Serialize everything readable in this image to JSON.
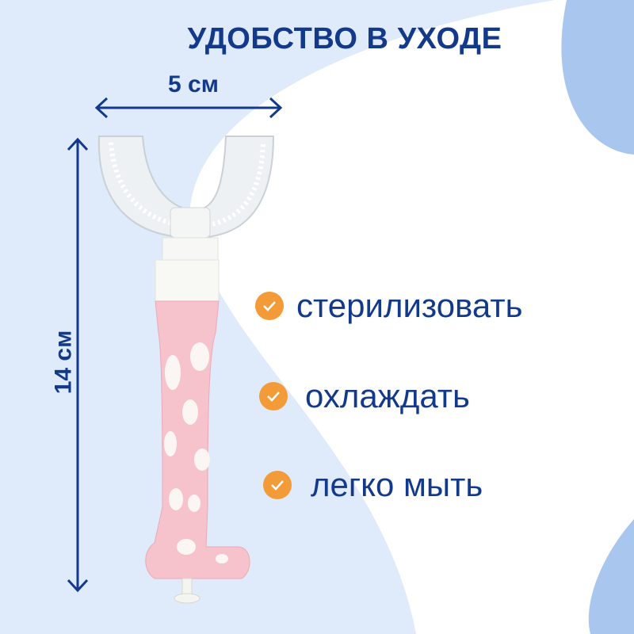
{
  "title": "УДОБСТВО В УХОДЕ",
  "dimensions": {
    "width": "5 см",
    "height": "14 см"
  },
  "features": [
    {
      "label": "стерилизовать",
      "icon": "check-circle-icon"
    },
    {
      "label": "охлаждать",
      "icon": "check-circle-icon"
    },
    {
      "label": "легко мыть",
      "icon": "check-circle-icon"
    }
  ],
  "colors": {
    "text": "#12398a",
    "accent": "#f29b38",
    "bg_light": "#dfeafb",
    "bg_dark": "#a9c6ee",
    "handle_pink": "#f6c2cc"
  }
}
